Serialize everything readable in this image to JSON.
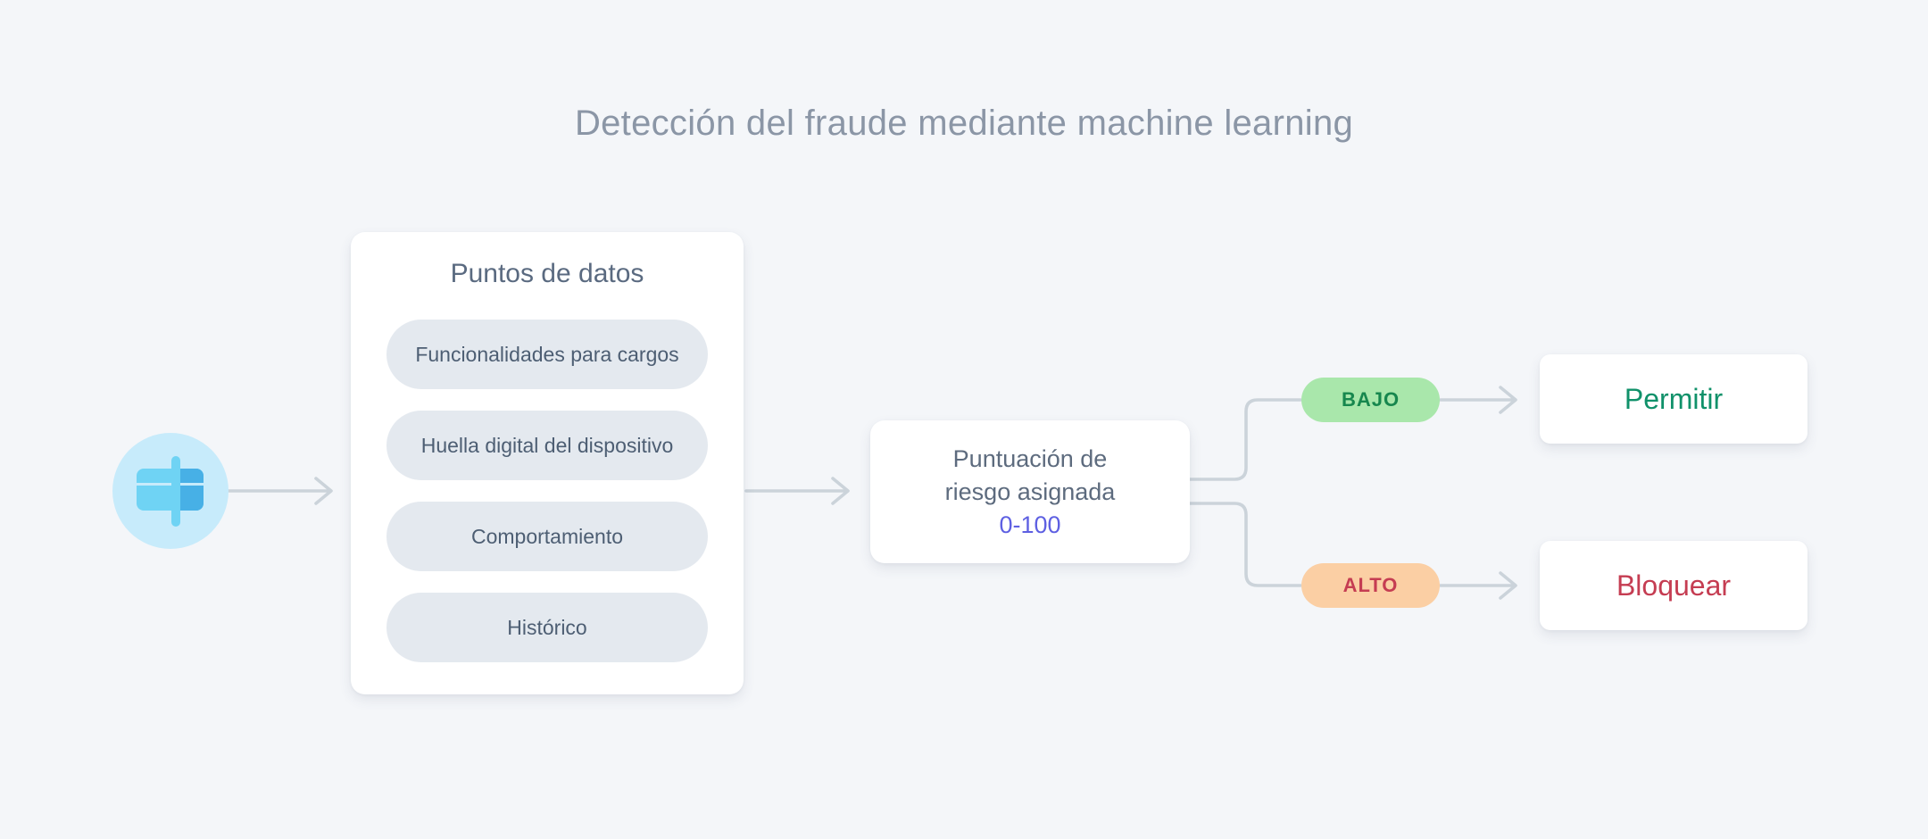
{
  "title": "Detección del fraude mediante machine learning",
  "input_node": {
    "icon": "credit-card-icon"
  },
  "data_points_card": {
    "title": "Puntos de datos",
    "items": [
      "Funcionalidades para cargos",
      "Huella digital del dispositivo",
      "Comportamiento",
      "Histórico"
    ]
  },
  "score_card": {
    "line1": "Puntuación de",
    "line2": "riesgo asignada",
    "range": "0-100"
  },
  "branches": [
    {
      "label": "BAJO",
      "action": "Permitir"
    },
    {
      "label": "ALTO",
      "action": "Bloquear"
    }
  ],
  "colors": {
    "background": "#f4f6f9",
    "connector": "#cbd3da",
    "icon_circle": "#c7ebfb",
    "icon_card_light": "#6fd3f4",
    "icon_card_dark": "#47b0e6",
    "pill_background": "#e4e9ef",
    "score_range_text": "#5e60e2",
    "low_badge_background": "#a9e7ab",
    "low_badge_text": "#17874e",
    "allow_text": "#10916a",
    "high_badge_background": "#fbcfa4",
    "high_badge_text": "#c53d52",
    "block_text": "#c53d52"
  }
}
